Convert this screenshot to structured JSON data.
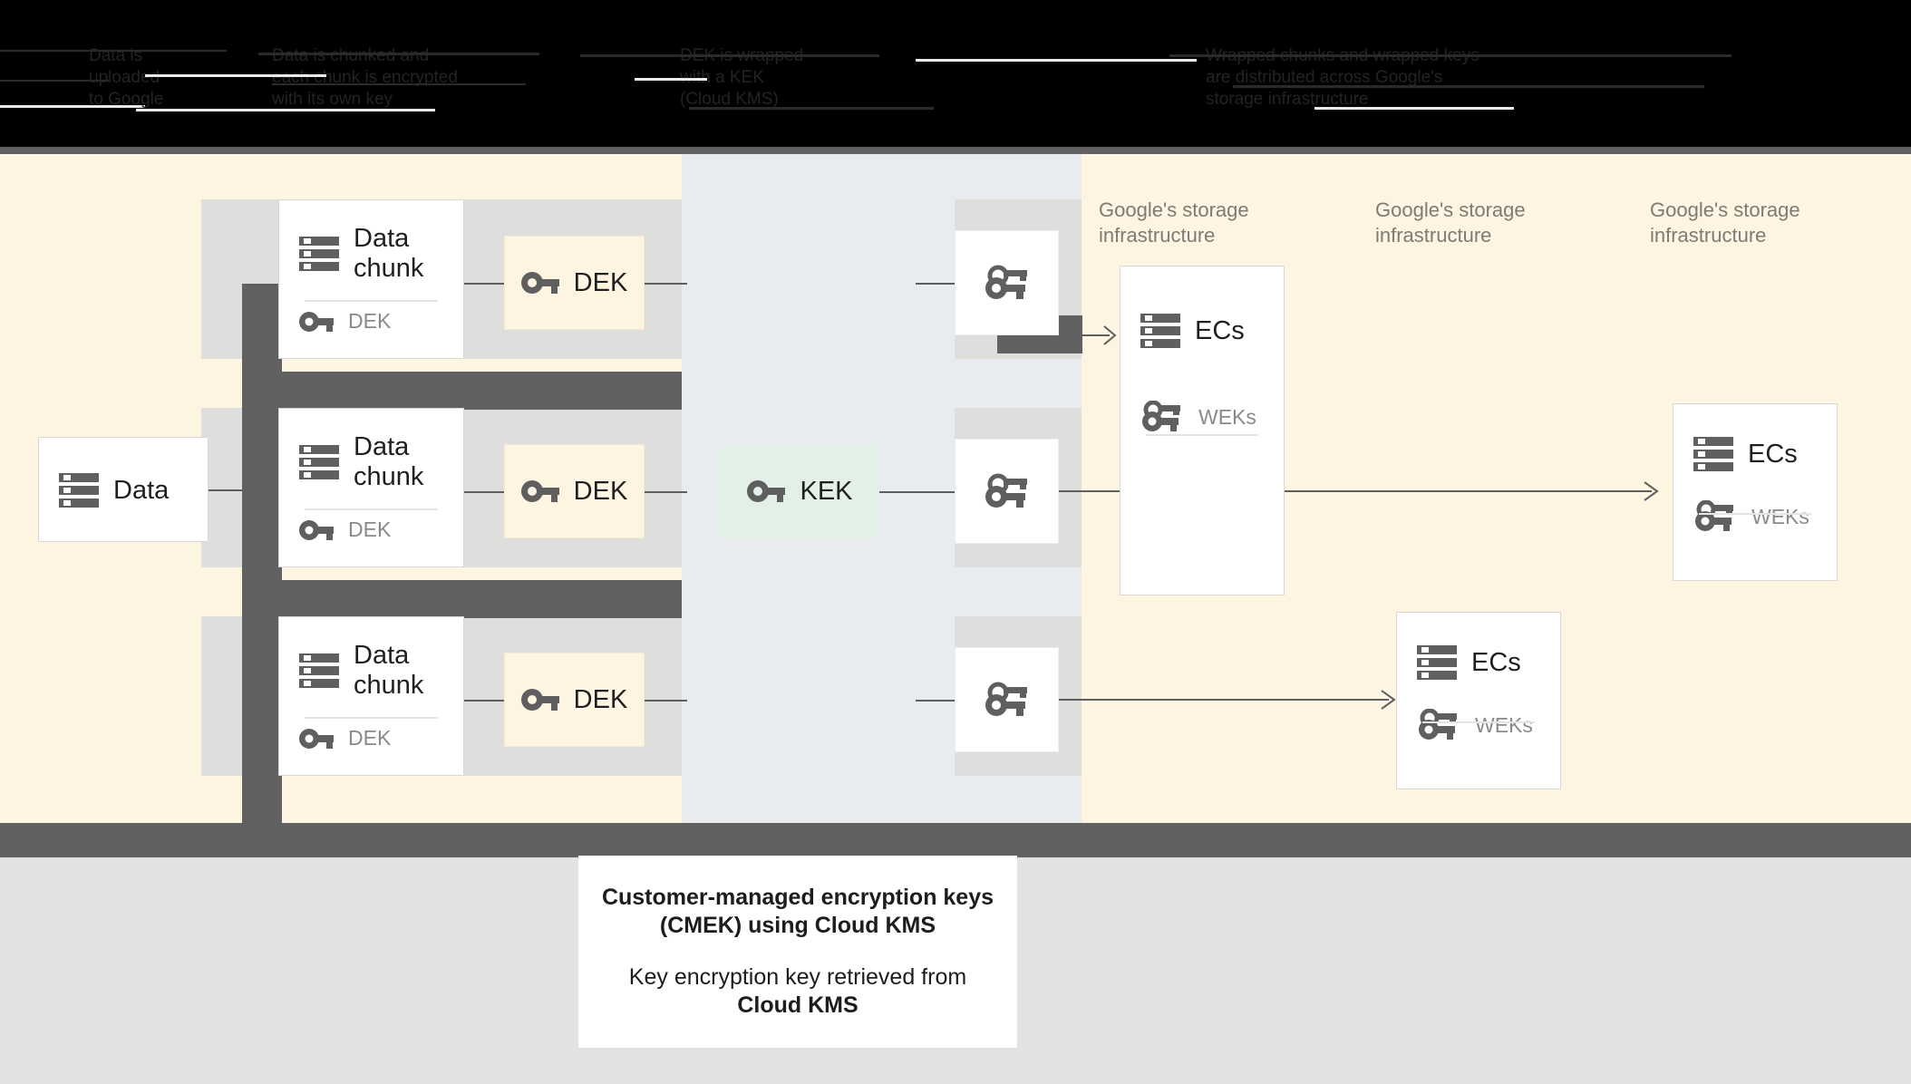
{
  "header": {
    "columns": [
      {
        "label": "Data is\nuploaded\nto Google",
        "text": "Data is chunked and\neach chunk is encrypted\nwith its own key"
      },
      {
        "label": "",
        "text": "DEK is wrapped\nwith a KEK\n(Cloud KMS)"
      },
      {
        "label": "",
        "text": "Wrapped chunks and wrapped keys\nare distributed across Google's\nstorage infrastructure"
      }
    ]
  },
  "diagram": {
    "source": {
      "title": "Data",
      "icon": "storage-icon"
    },
    "chunks": [
      {
        "title": "Data chunk",
        "key_label": "DEK",
        "icon": "storage-icon",
        "key_icon": "key-icon"
      },
      {
        "title": "Data chunk",
        "key_label": "DEK",
        "icon": "storage-icon",
        "key_icon": "key-icon"
      },
      {
        "title": "Data chunk",
        "key_label": "DEK",
        "icon": "storage-icon",
        "key_icon": "key-icon"
      }
    ],
    "deks": [
      {
        "label": "DEK",
        "icon": "key-icon"
      },
      {
        "label": "DEK",
        "icon": "key-icon"
      },
      {
        "label": "DEK",
        "icon": "key-icon"
      }
    ],
    "kek": {
      "label": "KEK",
      "icon": "key-icon"
    },
    "wrapped_keys": [
      {
        "icon": "double-key-icon"
      },
      {
        "icon": "double-key-icon"
      },
      {
        "icon": "double-key-icon"
      }
    ],
    "storage_labels": [
      "Google's storage\ninfrastructure",
      "Google's storage\ninfrastructure",
      "Google's storage\ninfrastructure"
    ],
    "ec_cards": [
      {
        "title": "ECs",
        "key_label": "WEKs",
        "icon": "storage-icon",
        "key_icon": "double-key-icon"
      },
      {
        "title": "ECs",
        "key_label": "WEKs",
        "icon": "storage-icon",
        "key_icon": "double-key-icon"
      },
      {
        "title": "ECs",
        "key_label": "WEKs",
        "icon": "storage-icon",
        "key_icon": "double-key-icon"
      }
    ]
  },
  "caption": {
    "line1": "Customer-managed encryption keys",
    "line2": "(CMEK) using Cloud KMS",
    "line3": "Key encryption key retrieved from",
    "line4": "Cloud KMS"
  },
  "colors": {
    "cream": "#fdf5e1",
    "band": "#e8ecee",
    "dark": "#616161",
    "kek_green": "#e2f0e7",
    "plate": "#dededd",
    "footer": "#e2e2e2"
  }
}
